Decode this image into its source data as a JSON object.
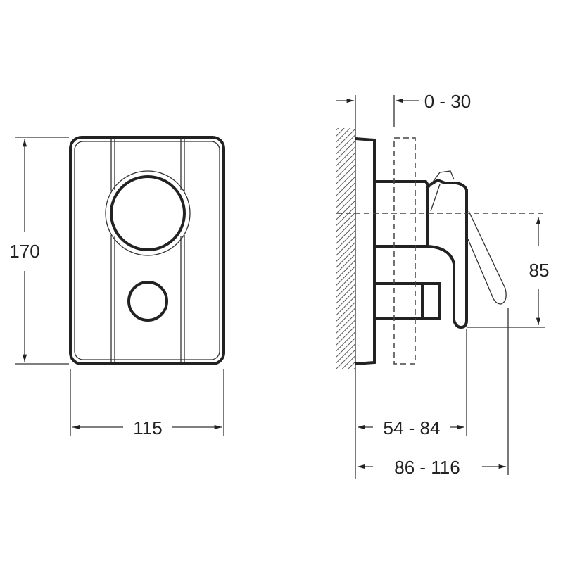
{
  "front_view": {
    "height_label": "170",
    "width_label": "115"
  },
  "side_view": {
    "offset_label": "0 - 30",
    "handle_height_label": "85",
    "body_depth_label": "54 - 84",
    "total_depth_label": "86 - 116"
  }
}
